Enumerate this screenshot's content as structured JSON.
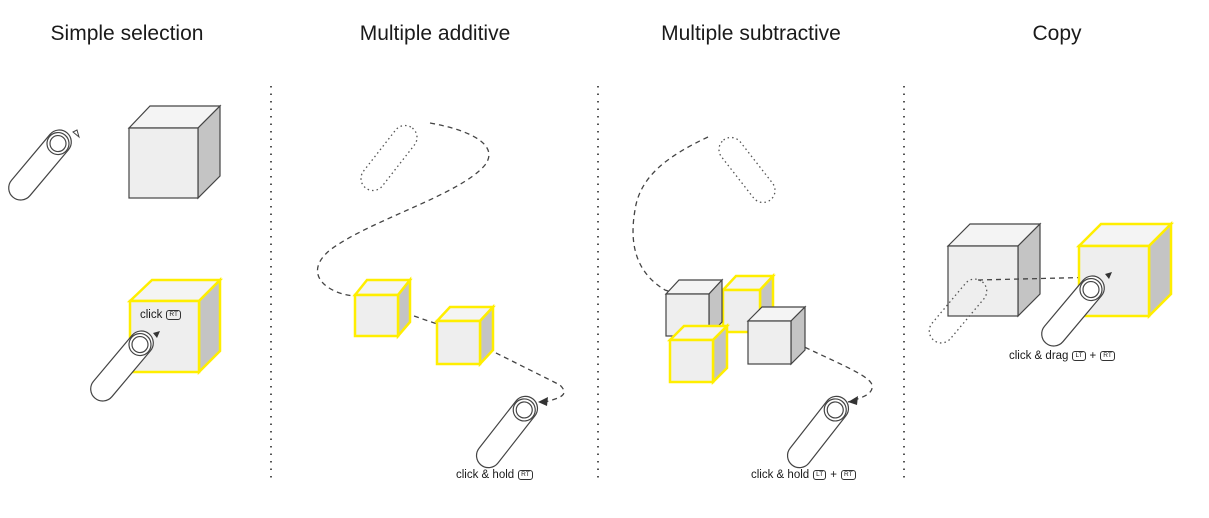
{
  "panels": [
    {
      "title": "Simple selection"
    },
    {
      "title": "Multiple additive"
    },
    {
      "title": "Multiple subtractive"
    },
    {
      "title": "Copy"
    }
  ],
  "labels": {
    "simple": {
      "action": "click",
      "keys": [
        "RT"
      ]
    },
    "additive": {
      "action": "click & hold",
      "keys": [
        "RT"
      ]
    },
    "subtractive": {
      "action": "click & hold",
      "keys": [
        "LT",
        "RT"
      ],
      "joiner": "+"
    },
    "copy": {
      "action": "click & drag",
      "keys": [
        "LT",
        "RT"
      ],
      "joiner": "+"
    }
  },
  "colors": {
    "highlight": "#ffee00",
    "cube_front": "#eeeeee",
    "cube_top": "#f4f4f4",
    "cube_side": "#c4c4c4",
    "stroke": "#444444"
  }
}
